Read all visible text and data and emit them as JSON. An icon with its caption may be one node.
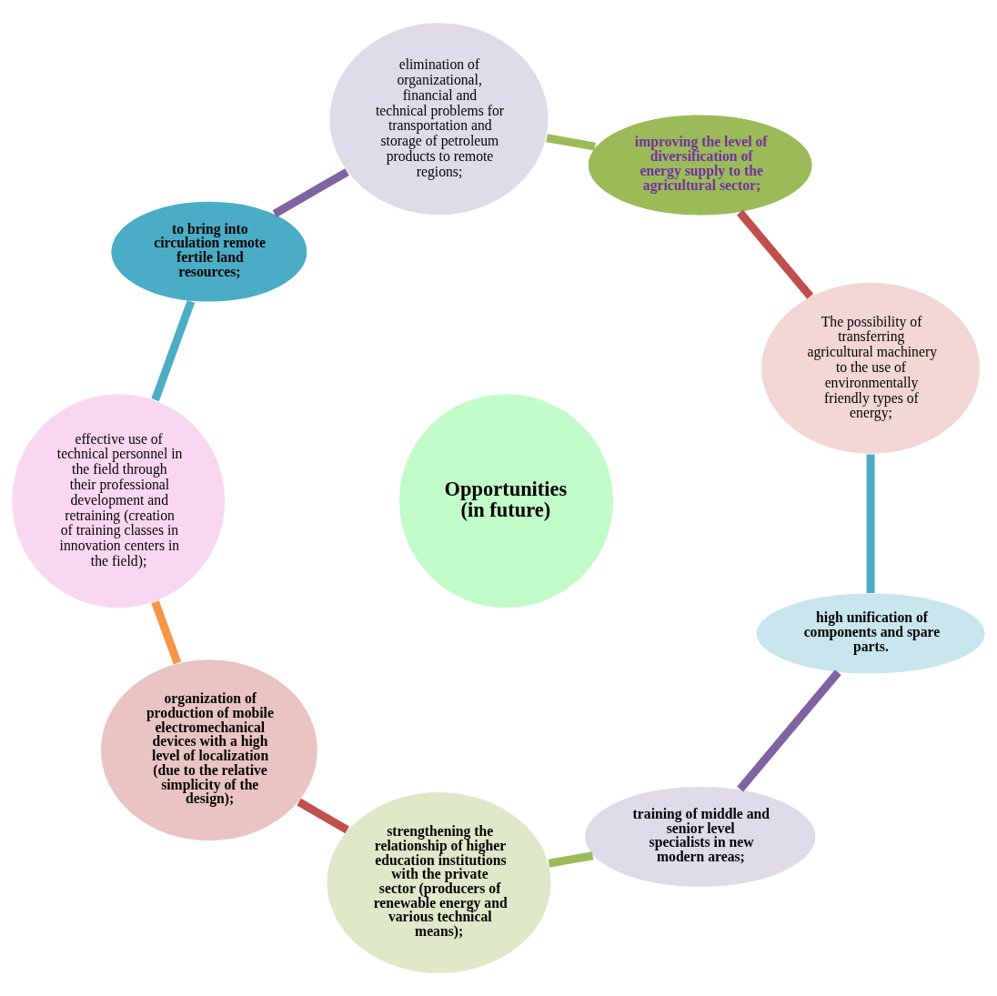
{
  "diagram": {
    "nodes": [
      {
        "text": [
          "The possibility of transferring agricultural machinery to the use of environmentally friendly types of energy;"
        ]
      },
      {
        "text": [
          "improving the level of diversification of energy supply to the agricultural sector;"
        ]
      },
      {
        "text": [
          "elimination of organizational, financial and technical problems for transportation and storage of petroleum products to remote regions;"
        ]
      },
      {
        "text": [
          "to bring into circulation remote fertile land resources;"
        ]
      },
      {
        "text": [
          "effective use of technical personnel in the field through their professional development and retraining (creation of training classes in innovation centers in the field);"
        ]
      },
      {
        "text": [
          "organization of production of mobile electromechanical devices with a high level of localization (due to the relative simplicity of the design);"
        ]
      },
      {
        "text": [
          "strengthening the relationship of higher education institutions with the private sector (producers of renewable energy and various technical means);"
        ]
      },
      {
        "text": [
          "training of middle and senior level specialists in new modern areas;"
        ]
      },
      {
        "text": [
          "high unification of components and spare parts."
        ]
      },
      {
        "text": [
          "Opportunities (in future)"
        ]
      }
    ],
    "edges": [
      {
        "from": 0,
        "to": 1,
        "arrow": "none",
        "color": "#c0504d"
      },
      {
        "from": 1,
        "to": 2,
        "arrow": "none",
        "color": "#9bbb59"
      },
      {
        "from": 2,
        "to": 3,
        "arrow": "none",
        "color": "#8064a2"
      },
      {
        "from": 3,
        "to": 4,
        "arrow": "none",
        "color": "#4bacc6"
      },
      {
        "from": 4,
        "to": 5,
        "arrow": "none",
        "color": "#f79646"
      },
      {
        "from": 5,
        "to": 6,
        "arrow": "none",
        "color": "#c0504d"
      },
      {
        "from": 6,
        "to": 7,
        "arrow": "none",
        "color": "#9bbb59"
      },
      {
        "from": 7,
        "to": 8,
        "arrow": "none",
        "color": "#8064a2"
      },
      {
        "from": 8,
        "to": 0,
        "arrow": "none",
        "color": "#4bacc6"
      }
    ]
  }
}
